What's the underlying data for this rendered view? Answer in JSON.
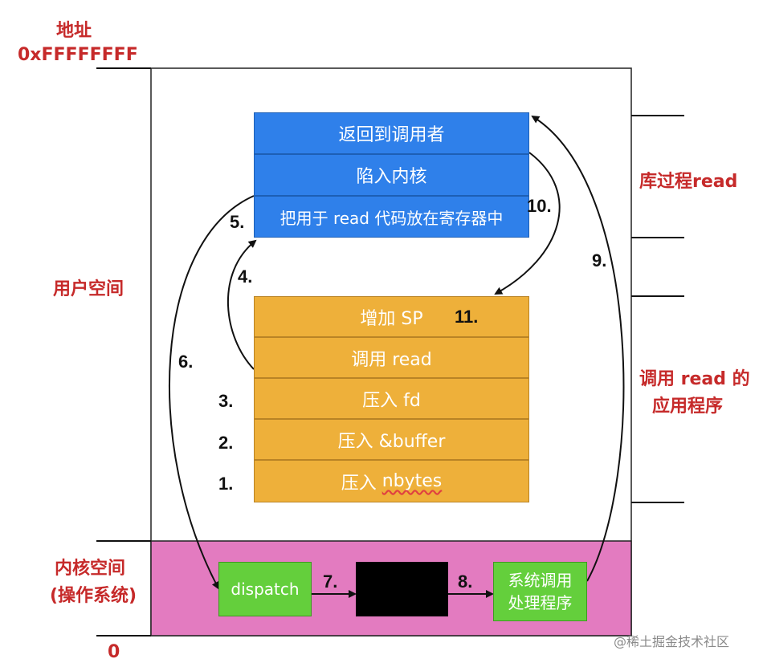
{
  "labels": {
    "address": "地址",
    "address_high": "0xFFFFFFFF",
    "address_low": "0",
    "user_space": "用户空间",
    "kernel_space_1": "内核空间",
    "kernel_space_2": "(操作系统)",
    "library_proc": "库过程read",
    "app_1": "调用 read 的",
    "app_2": "应用程序"
  },
  "blue_rows": [
    "返回到调用者",
    "陷入内核",
    "把用于 read 代码放在寄存器中"
  ],
  "orange_rows": {
    "r1": "增加 SP",
    "r2": "调用 read",
    "r3": "压入 fd",
    "r4": "压入 &buffer",
    "r5_prefix": "压入 ",
    "r5_word": "nbytes"
  },
  "kernel": {
    "dispatch": "dispatch",
    "handler_1": "系统调用",
    "handler_2": "处理程序"
  },
  "steps": {
    "s1": "1.",
    "s2": "2.",
    "s3": "3.",
    "s4": "4.",
    "s5": "5.",
    "s6": "6.",
    "s7": "7.",
    "s8": "8.",
    "s9": "9.",
    "s10": "10.",
    "s11": "11."
  },
  "watermark": "@稀土掘金技术社区",
  "colors": {
    "label_red": "#c62a2a",
    "blue": "#2f80ea",
    "orange": "#eeb03a",
    "green": "#64cf3c",
    "kernel_pink": "#e37bc0",
    "black_box": "#000000"
  }
}
